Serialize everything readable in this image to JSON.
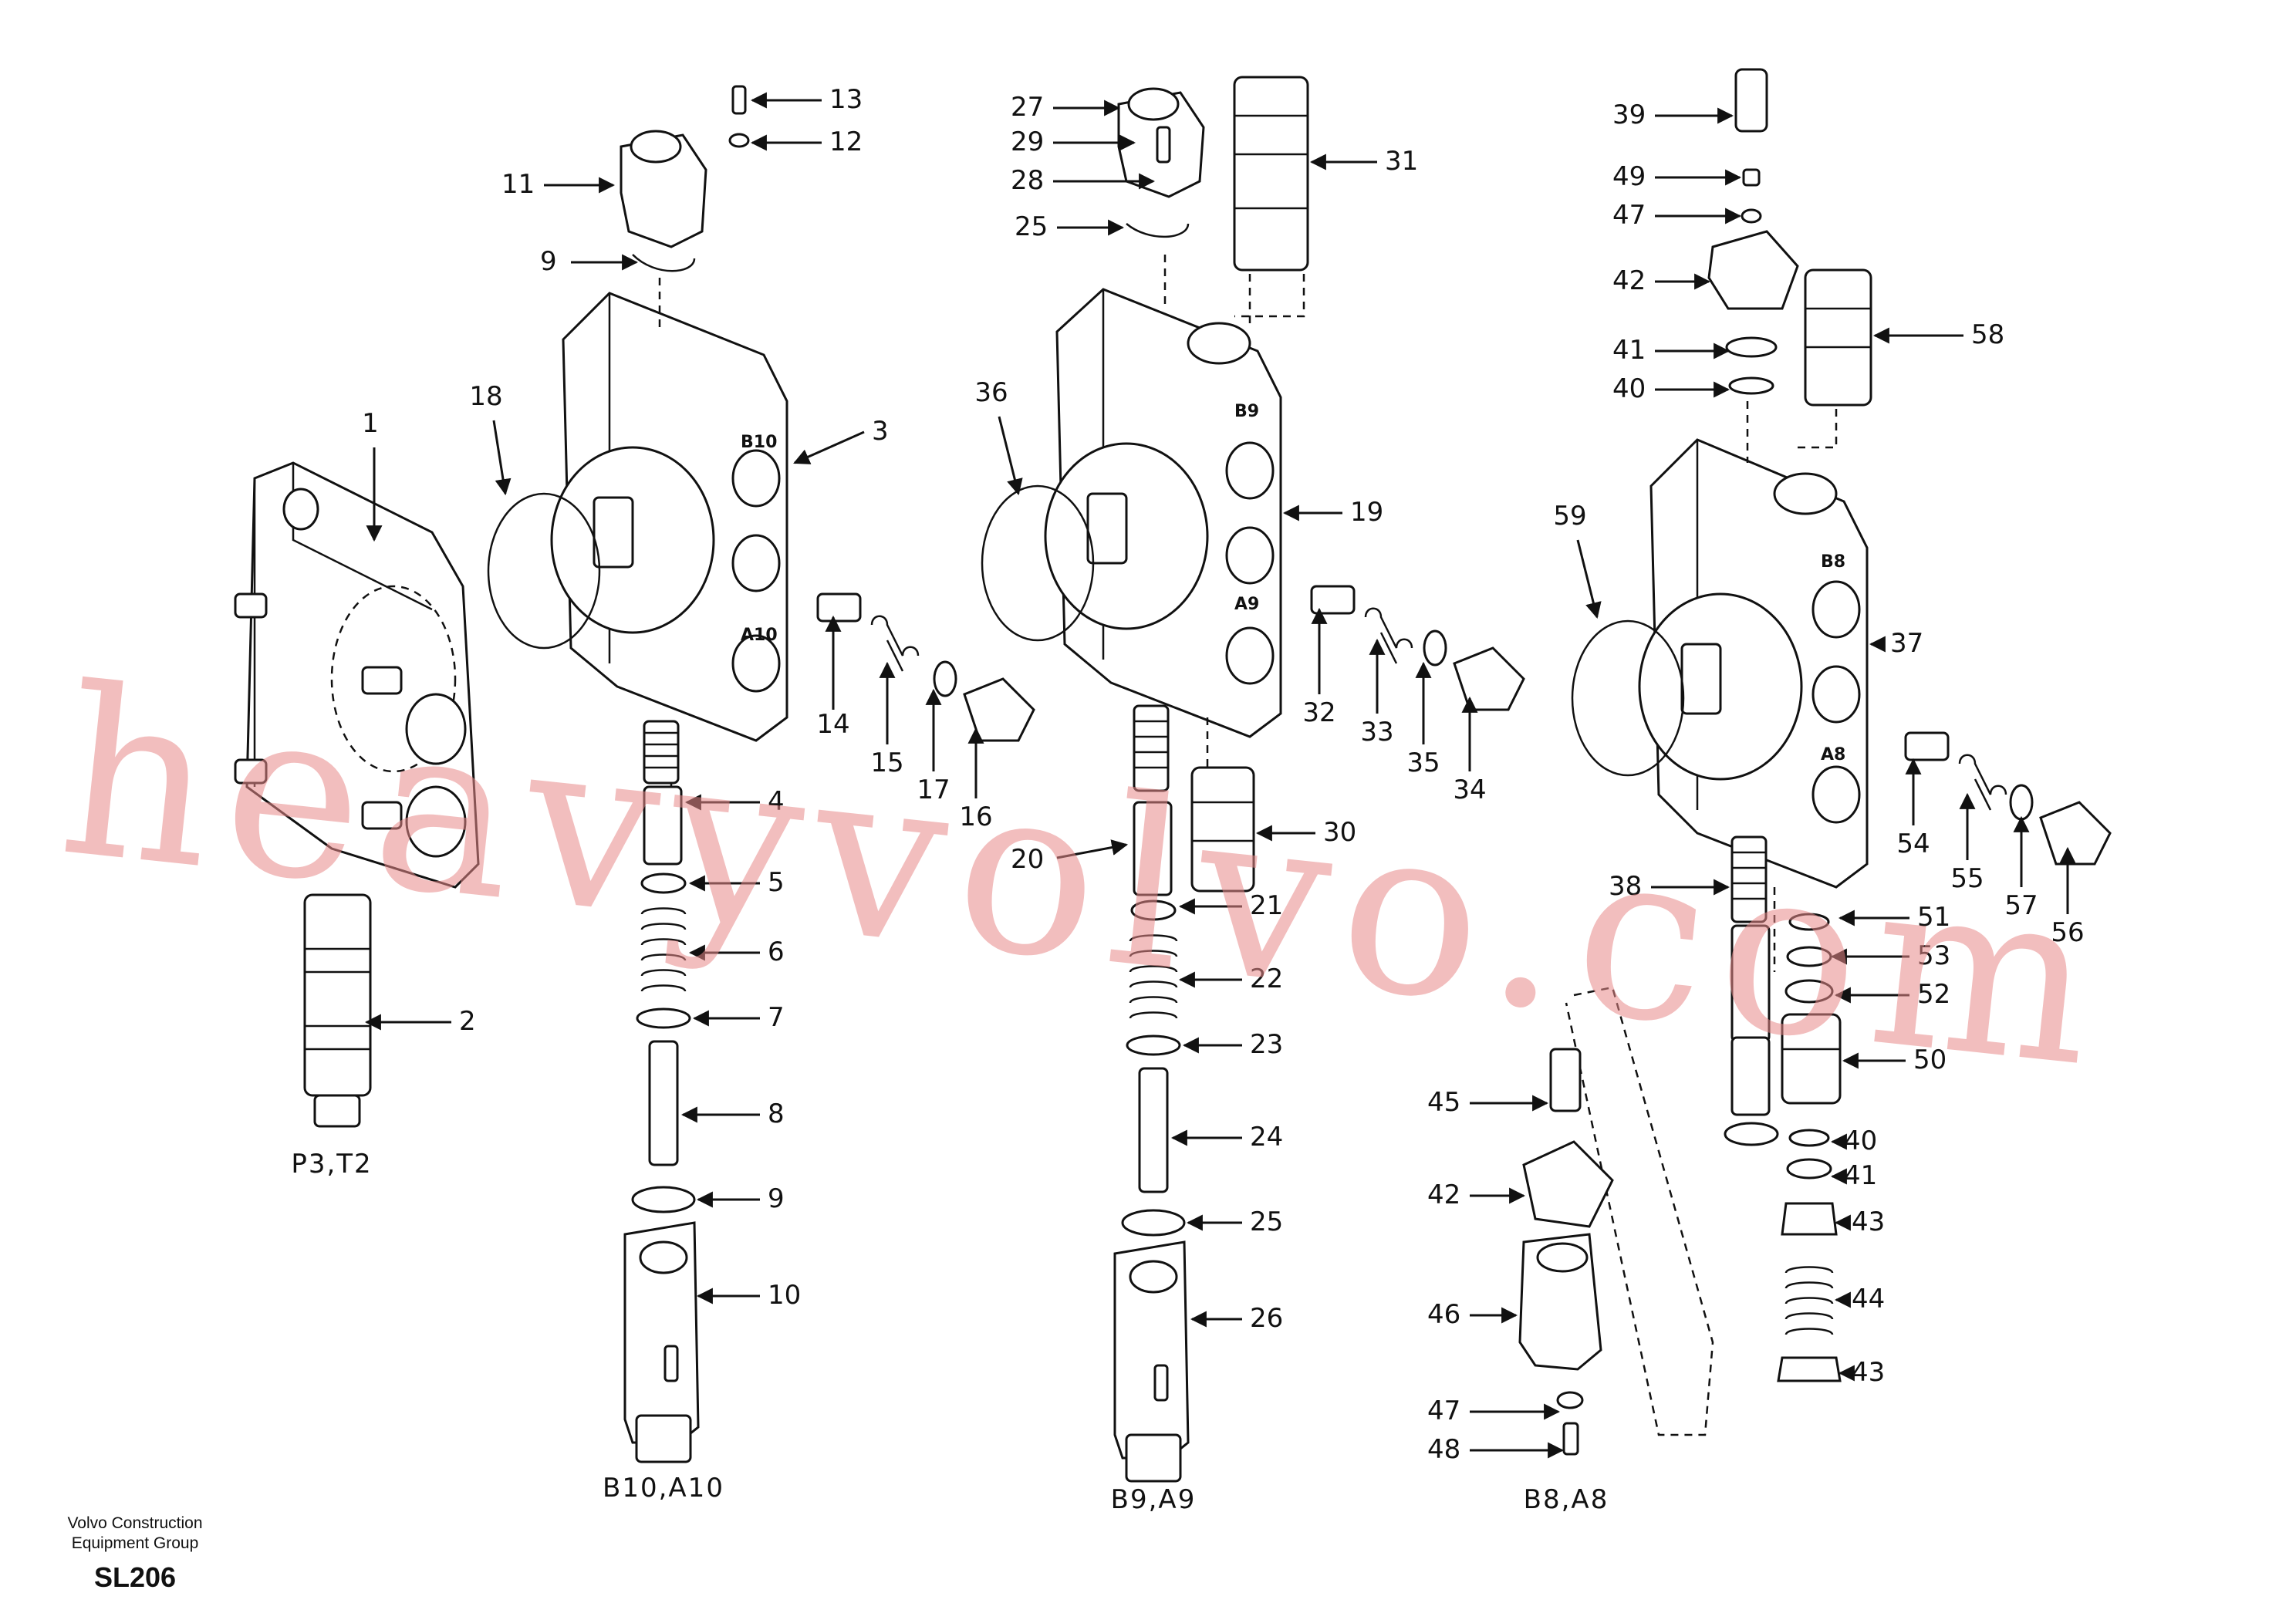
{
  "drawing": {
    "code": "SL206",
    "organization_line1": "Volvo Construction",
    "organization_line2": "Equipment Group",
    "watermark": "heavyvolvo.com"
  },
  "groups": [
    {
      "id": "p3t2",
      "label": "P3,T2"
    },
    {
      "id": "b10a10",
      "label": "B10,A10"
    },
    {
      "id": "b9a9",
      "label": "B9,A9"
    },
    {
      "id": "b8a8",
      "label": "B8,A8"
    }
  ],
  "ports": {
    "b10": "B10",
    "a10": "A10",
    "b9": "B9",
    "a9": "A9",
    "b8": "B8",
    "a8": "A8"
  },
  "callouts": [
    "1",
    "2",
    "3",
    "4",
    "5",
    "6",
    "7",
    "8",
    "9",
    "9",
    "10",
    "11",
    "12",
    "13",
    "14",
    "15",
    "16",
    "17",
    "18",
    "19",
    "20",
    "21",
    "22",
    "23",
    "24",
    "25",
    "25",
    "26",
    "27",
    "28",
    "29",
    "30",
    "31",
    "32",
    "33",
    "34",
    "35",
    "36",
    "37",
    "38",
    "39",
    "40",
    "40",
    "41",
    "41",
    "42",
    "42",
    "43",
    "43",
    "44",
    "45",
    "46",
    "47",
    "47",
    "48",
    "49",
    "50",
    "51",
    "52",
    "53",
    "54",
    "55",
    "56",
    "57",
    "58",
    "59"
  ]
}
